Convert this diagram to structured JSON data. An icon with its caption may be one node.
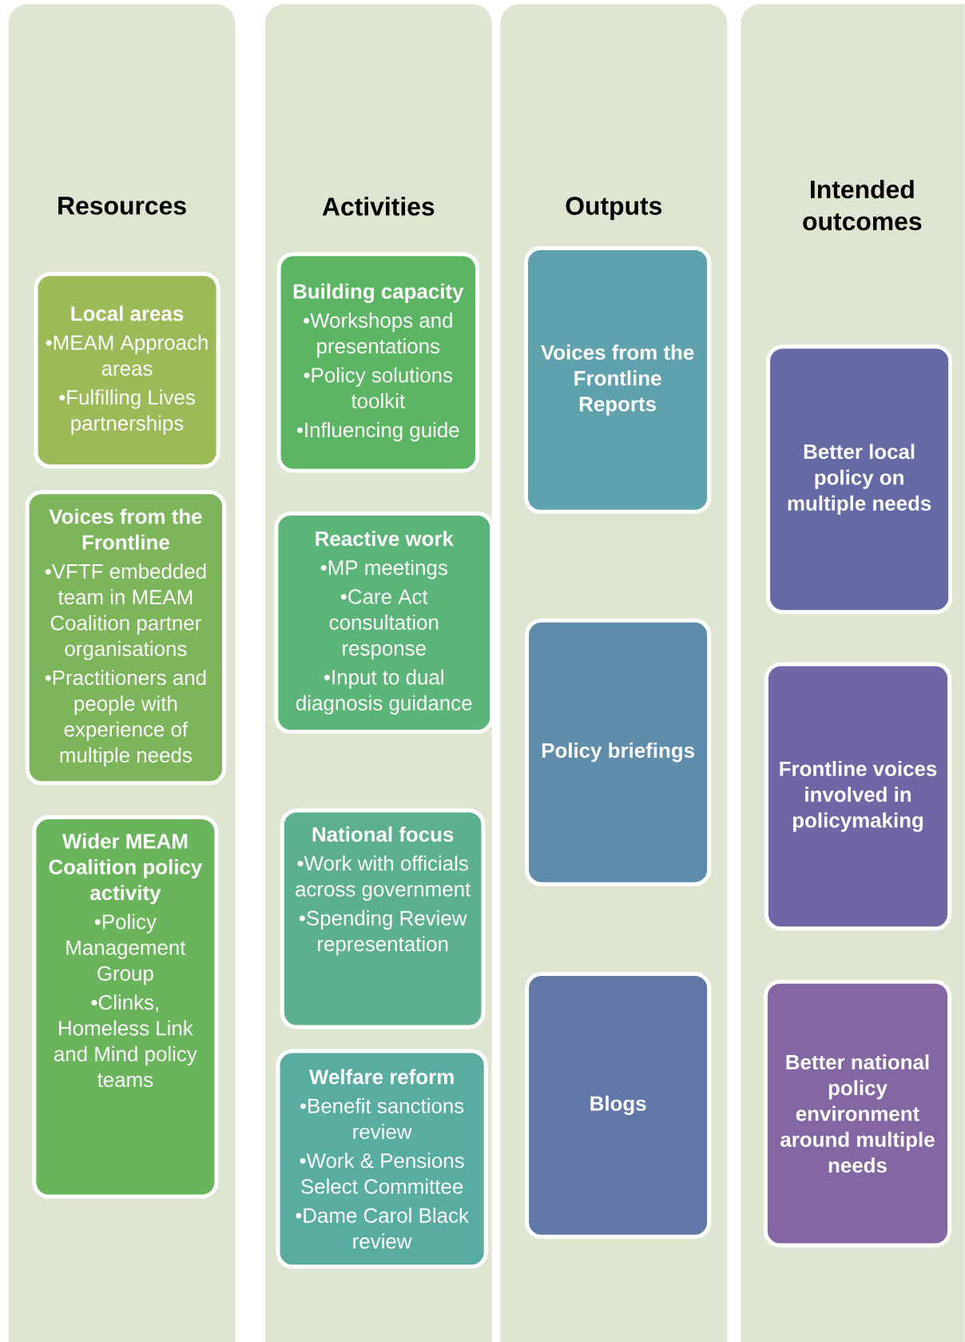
{
  "diagram": {
    "nodes": [
      {
        "text": [
          "Resources"
        ]
      },
      {
        "text": [
          "Local areas",
          "•MEAM Approach areas",
          "•Fulfilling Lives partnerships"
        ],
        "in": 0
      },
      {
        "text": [
          "Voices from the Frontline",
          "•VFTF embedded team in MEAM Coalition partner organisations",
          "•Practitioners and people with experience of multiple needs"
        ],
        "in": 0
      },
      {
        "text": [
          "Wider MEAM Coalition policy activity",
          "•Policy Management Group",
          "•Clinks, Homeless Link and Mind policy teams"
        ],
        "in": 0
      },
      {
        "text": [
          "Activities"
        ]
      },
      {
        "text": [
          "Building capacity",
          "•Workshops and presentations",
          "•Policy solutions toolkit",
          "•Influencing guide"
        ],
        "in": 4
      },
      {
        "text": [
          "Reactive work",
          "•MP meetings",
          "•Care Act consultation response",
          "•Input to dual diagnosis guidance"
        ],
        "in": 4
      },
      {
        "text": [
          "National focus",
          "•Work with officials across government",
          "•Spending Review representation"
        ],
        "in": 4
      },
      {
        "text": [
          "Welfare reform",
          "•Benefit sanctions review",
          "•Work & Pensions Select Committee",
          "•Dame Carol Black review"
        ],
        "in": 4
      },
      {
        "text": [
          "Outputs"
        ]
      },
      {
        "text": [
          "Voices from the Frontline Reports"
        ],
        "in": 9
      },
      {
        "text": [
          "Policy briefings"
        ],
        "in": 9
      },
      {
        "text": [
          "Blogs"
        ],
        "in": 9
      },
      {
        "text": [
          "Intended outcomes"
        ]
      },
      {
        "text": [
          "Better local policy on multiple needs"
        ],
        "in": 13
      },
      {
        "text": [
          "Frontline voices involved in policymaking"
        ],
        "in": 13
      },
      {
        "text": [
          "Better national policy environment around multiple needs"
        ],
        "in": 13
      }
    ]
  }
}
